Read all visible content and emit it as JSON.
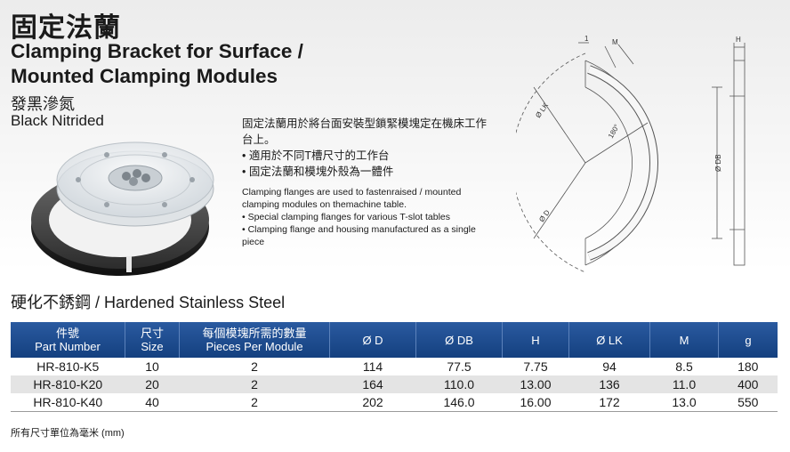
{
  "header": {
    "title_zh": "固定法蘭",
    "title_en_line1": "Clamping Bracket for Surface /",
    "title_en_line2": "Mounted Clamping Modules",
    "finish_zh": "發黑滲氮",
    "finish_en": "Black Nitrided"
  },
  "description": {
    "zh_intro": "固定法蘭用於將台面安裝型鎖緊模塊定在機床工作台上。",
    "zh_bullets": [
      "• 適用於不同T槽尺寸的工作台",
      "• 固定法蘭和模塊外殼為一體件"
    ],
    "en_intro": "Clamping flanges are used to fastenraised / mounted clamping modules on themachine table.",
    "en_bullets": [
      "• Special clamping flanges for various T-slot tables",
      "• Clamping flange and housing manufactured as a single piece"
    ]
  },
  "drawing": {
    "label_1": "1",
    "label_M": "M",
    "label_H": "H",
    "label_LK": "Ø LK",
    "label_D": "Ø D",
    "label_DB": "Ø DB",
    "label_angle": "180°"
  },
  "section": {
    "title": "硬化不銹鋼 / Hardened Stainless Steel"
  },
  "table": {
    "headers": [
      {
        "zh": "件號",
        "en": "Part Number"
      },
      {
        "zh": "尺寸",
        "en": "Size"
      },
      {
        "zh": "每個模塊所需的數量",
        "en": "Pieces Per Module"
      },
      {
        "zh": "",
        "en": "Ø D"
      },
      {
        "zh": "",
        "en": "Ø DB"
      },
      {
        "zh": "",
        "en": "H"
      },
      {
        "zh": "",
        "en": "Ø LK"
      },
      {
        "zh": "",
        "en": "M"
      },
      {
        "zh": "",
        "en": "g"
      }
    ],
    "rows": [
      [
        "HR-810-K5",
        "10",
        "2",
        "114",
        "77.5",
        "7.75",
        "94",
        "8.5",
        "180"
      ],
      [
        "HR-810-K20",
        "20",
        "2",
        "164",
        "110.0",
        "13.00",
        "136",
        "11.0",
        "400"
      ],
      [
        "HR-810-K40",
        "40",
        "2",
        "202",
        "146.0",
        "16.00",
        "172",
        "13.0",
        "550"
      ]
    ]
  },
  "footnote": "所有尺寸單位為毫米 (mm)"
}
